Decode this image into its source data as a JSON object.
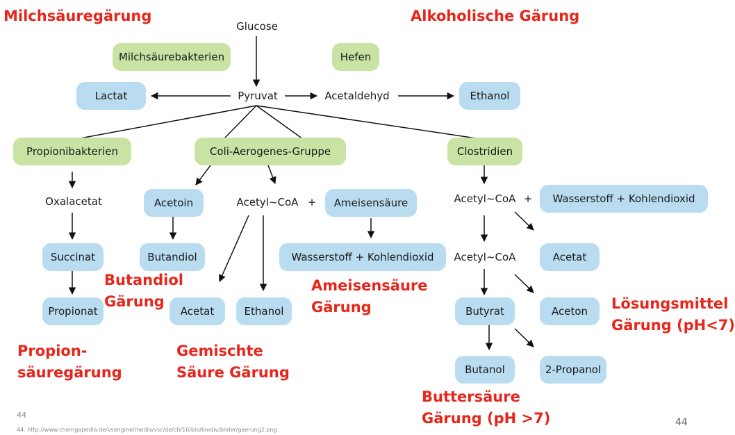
{
  "titles": {
    "milch": "Milchsäuregärung",
    "alkohol": "Alkoholische Gärung",
    "butandiol": [
      "Butandiol",
      "Gärung"
    ],
    "ameisen": [
      "Ameisensäure",
      "Gärung"
    ],
    "loesungs": [
      "Lösungsmittel",
      "Gärung (pH<7)"
    ],
    "propion": [
      "Propion-",
      "säuregärung"
    ],
    "gemischte": [
      "Gemischte",
      "Säure Gärung"
    ],
    "butter": [
      "Buttersäure",
      "Gärung (pH >7)"
    ]
  },
  "nodes": {
    "glucose": "Glucose",
    "milchsaeurebakterien": "Milchsäurebakterien",
    "hefen": "Hefen",
    "lactat": "Lactat",
    "pyruvat": "Pyruvat",
    "acetaldehyd": "Acetaldehyd",
    "ethanol_top": "Ethanol",
    "propionibakterien": "Propionibakterien",
    "coli": "Coli-Aerogenes-Gruppe",
    "clostridien": "Clostridien",
    "oxalacetat": "Oxalacetat",
    "succinat": "Succinat",
    "propionat": "Propionat",
    "acetoin": "Acetoin",
    "butandiol": "Butandiol",
    "acetylcoa_mid": "Acetyl~CoA",
    "plus_mid": "+",
    "ameisensaeure": "Ameisensäure",
    "wasserstoff_mid": "Wasserstoff + Kohlendioxid",
    "acetat_mid": "Acetat",
    "ethanol_mid": "Ethanol",
    "acetylcoa_r1": "Acetyl~CoA",
    "plus_r": "+",
    "wasserstoff_r": "Wasserstoff + Kohlendioxid",
    "acetylcoa_r2": "Acetyl~CoA",
    "acetat_r": "Acetat",
    "butyrat": "Butyrat",
    "aceton": "Aceton",
    "butanol": "Butanol",
    "propanol": "2-Propanol"
  },
  "footer": {
    "slide_number_left": "44",
    "source": "44. http://www.chemgapedia.de/vsengine/media/vsc/de/ch/16/bio/biodiv/bilder/gaerung2.png",
    "slide_number_right": "44"
  },
  "colors": {
    "title_red": "#e8251b",
    "box_blue": "#b9dcf1",
    "box_green": "#c9e3a5"
  }
}
